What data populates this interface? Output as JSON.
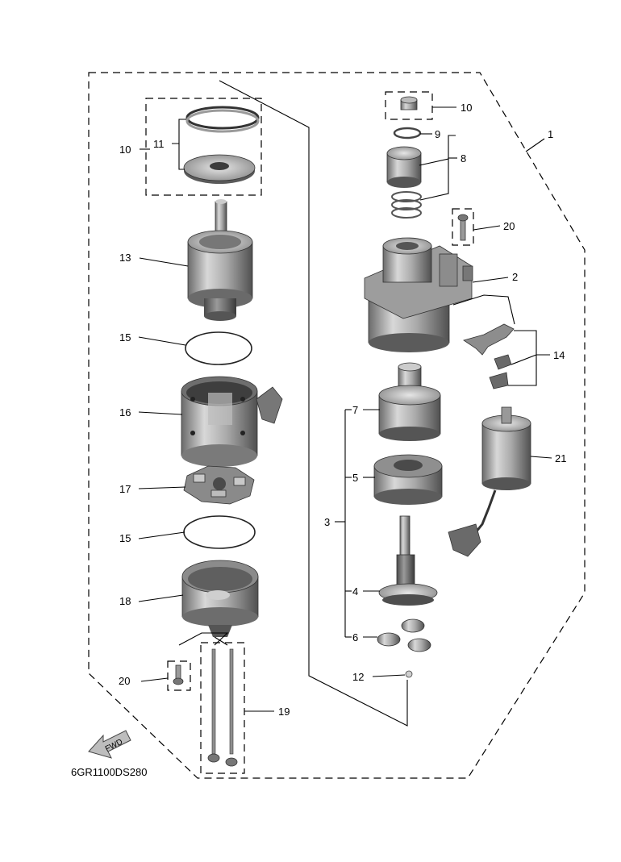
{
  "diagram": {
    "code": "6GR1100DS280",
    "fwd_label": "FWD",
    "callouts": {
      "c1": "1",
      "c2": "2",
      "c3": "3",
      "c4": "4",
      "c5": "5",
      "c6": "6",
      "c7": "7",
      "c8": "8",
      "c9": "9",
      "c10a": "10",
      "c10b": "10",
      "c11": "11",
      "c12": "12",
      "c13": "13",
      "c14": "14",
      "c15a": "15",
      "c15b": "15",
      "c16": "16",
      "c17": "17",
      "c18": "18",
      "c19": "19",
      "c20a": "20",
      "c20b": "20",
      "c21": "21"
    }
  }
}
